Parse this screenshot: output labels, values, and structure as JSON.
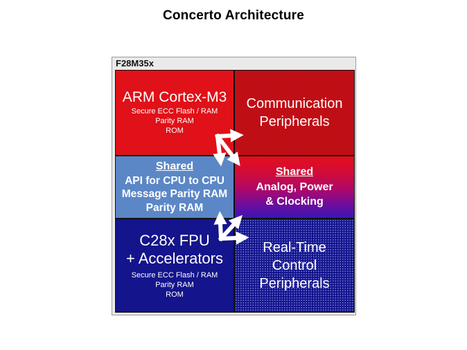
{
  "title": "Concerto Architecture",
  "chip": {
    "label": "F28M35x",
    "blocks": {
      "arm": {
        "title": "ARM Cortex-M3",
        "sub1": "Secure ECC Flash / RAM",
        "sub2": "Parity RAM",
        "sub3": "ROM"
      },
      "comm": {
        "line1": "Communication",
        "line2": "Peripherals"
      },
      "shared_cpu": {
        "heading": "Shared",
        "line1": "API for CPU to CPU",
        "line2": "Message Parity RAM",
        "line3": "Parity RAM"
      },
      "shared_analog": {
        "heading": "Shared",
        "line1": "Analog, Power",
        "line2": "& Clocking"
      },
      "c28x": {
        "title1": "C28x FPU",
        "title2": "+ Accelerators",
        "sub1": "Secure ECC Flash / RAM",
        "sub2": "Parity RAM",
        "sub3": "ROM"
      },
      "realtime": {
        "line1": "Real-Time",
        "line2": "Control",
        "line3": "Peripherals"
      }
    },
    "arrows": [
      {
        "name": "top-interconnect",
        "from": "ARM Cortex-M3",
        "to": [
          "Communication Peripherals",
          "Shared API for CPU to CPU",
          "Shared Analog, Power & Clocking"
        ]
      },
      {
        "name": "bottom-interconnect",
        "from": "C28x FPU + Accelerators",
        "to": [
          "Shared API for CPU to CPU",
          "Shared Analog, Power & Clocking",
          "Real-Time Control Peripherals"
        ]
      }
    ]
  },
  "colors": {
    "arm_red": "#e01118",
    "comm_red": "#df1019",
    "shared_blue": "#5b87c7",
    "gradient_top": "#e30e1c",
    "gradient_bottom": "#3a16b2",
    "navy": "#14148c",
    "dot_blue": "#7b85e0",
    "chip_background": "#eaeaea",
    "text_white": "#ffffff",
    "title_black": "#000000"
  }
}
